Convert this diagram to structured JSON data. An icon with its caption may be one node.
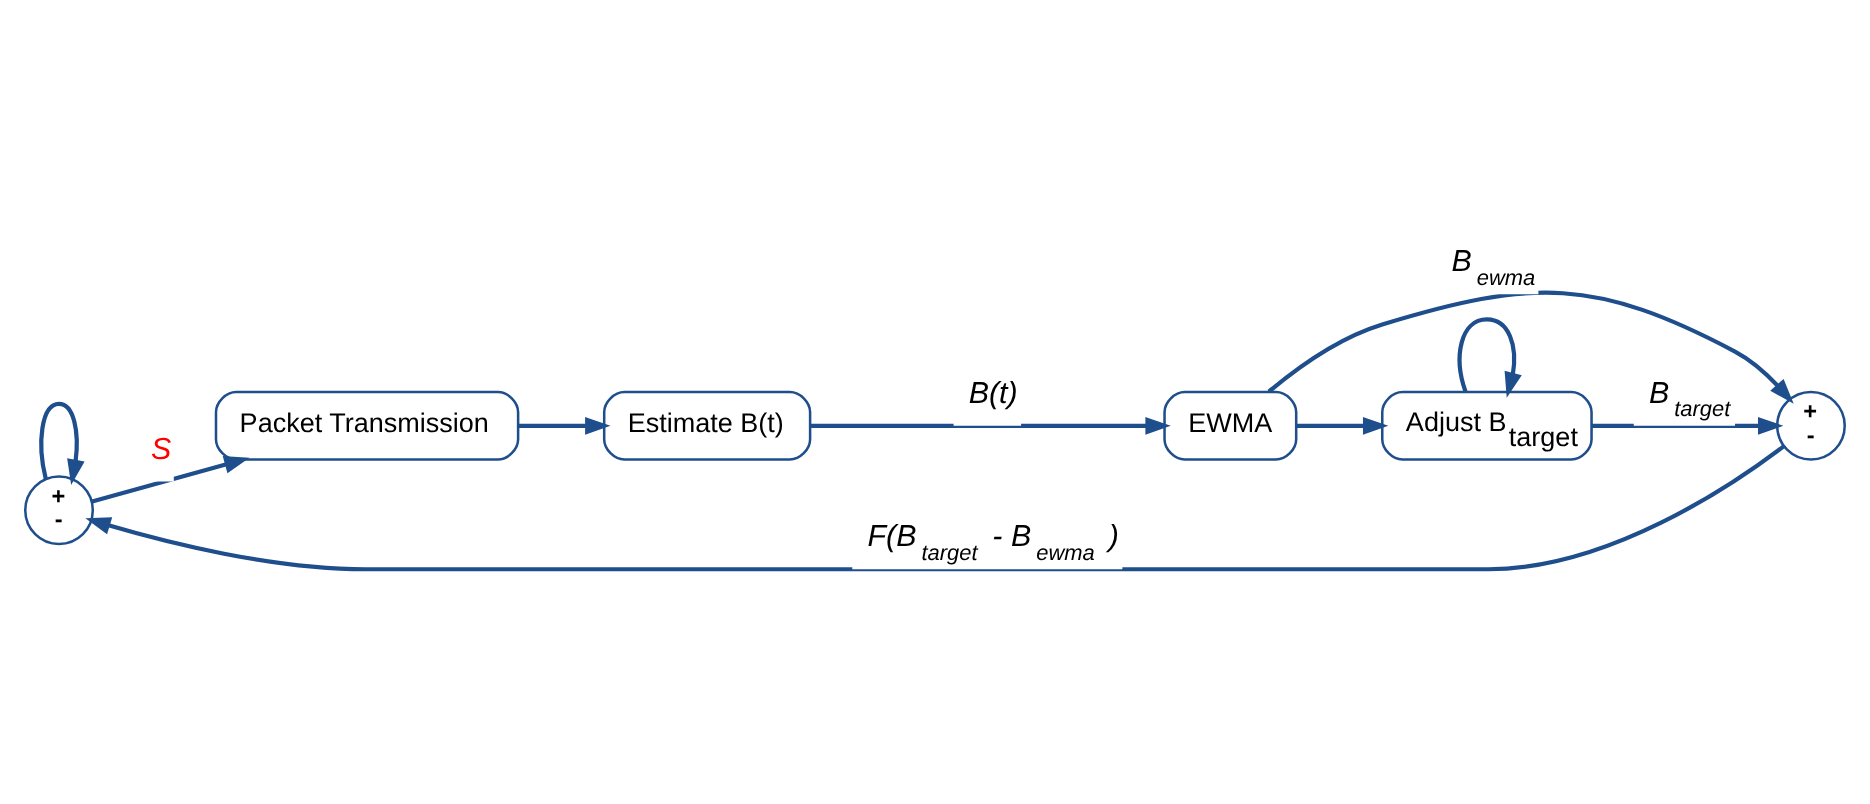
{
  "diagram": {
    "nodes": [
      {
        "text": [
          "+",
          "-"
        ]
      },
      {
        "text": [
          "Packet Transmission"
        ]
      },
      {
        "text": [
          "Estimate B(t)"
        ]
      },
      {
        "text": [
          "EWMA"
        ]
      },
      {
        "text": [
          "+",
          "-"
        ]
      },
      {
        "text": [
          "Adjust B$_{target}$"
        ]
      }
    ],
    "edges": [
      {
        "from": 0,
        "to": 0,
        "arrow": "to"
      },
      {
        "from": 0,
        "to": 1,
        "arrow": "to",
        "label": "S"
      },
      {
        "from": 1,
        "to": 2,
        "arrow": "to"
      },
      {
        "from": 2,
        "to": 3,
        "arrow": "to",
        "label": "B(t)"
      },
      {
        "from": 3,
        "to": 4,
        "arrow": "to",
        "label": "B$_{ewma}$"
      },
      {
        "from": 3,
        "to": 5,
        "arrow": "to"
      },
      {
        "from": 4,
        "to": 0,
        "arrow": "to",
        "label": "F(B$_{target}$ - B$_{ewma}$ )"
      },
      {
        "from": 5,
        "to": 4,
        "arrow": "to",
        "label": "B$_{target}$"
      },
      {
        "from": 5,
        "to": 5,
        "arrow": "to"
      }
    ]
  }
}
